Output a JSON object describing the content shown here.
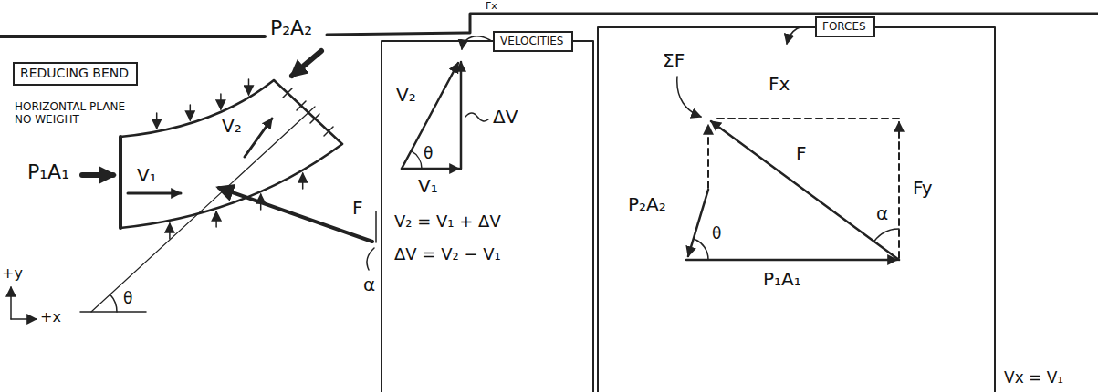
{
  "diagram": {
    "nodes": [
      {
        "text": [
          "REDUCING BEND"
        ]
      },
      {
        "text": [
          "VELOCITIES"
        ]
      },
      {
        "text": [
          "FORCES"
        ]
      }
    ],
    "labels": [
      "HORIZONTAL PLANE NO WEIGHT",
      "P₂A₂",
      "P₁A₁",
      "V₁",
      "V₂",
      "F",
      "α",
      "θ",
      "+y",
      "+x",
      "V₂",
      "θ",
      "ΔV",
      "V₁",
      "V₂ = V₁ + ΔV",
      "ΔV = V₂ − V₁",
      "ΣF",
      "Fx",
      "F",
      "Fy",
      "P₂A₂",
      "θ",
      "α",
      "P₁A₁",
      "Fx",
      "Vx = V₁"
    ]
  }
}
